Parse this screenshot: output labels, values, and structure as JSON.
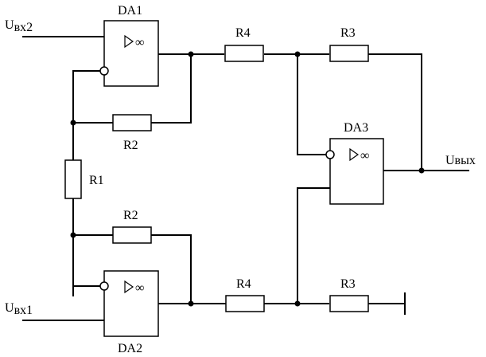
{
  "amplifiers": {
    "da1": {
      "label": "DA1",
      "symbol": "▷∞"
    },
    "da2": {
      "label": "DA2",
      "symbol": "▷∞"
    },
    "da3": {
      "label": "DA3",
      "symbol": "▷∞"
    }
  },
  "resistors": {
    "r1": {
      "label": "R1"
    },
    "r2_top": {
      "label": "R2"
    },
    "r2_bottom": {
      "label": "R2"
    },
    "r4_top": {
      "label": "R4"
    },
    "r4_bottom": {
      "label": "R4"
    },
    "r3_top": {
      "label": "R3"
    },
    "r3_bottom": {
      "label": "R3"
    }
  },
  "terminals": {
    "input_2": {
      "main": "U",
      "sub": "вх2"
    },
    "input_1": {
      "main": "U",
      "sub": "вх1"
    },
    "output": {
      "label": "Uвых"
    }
  }
}
